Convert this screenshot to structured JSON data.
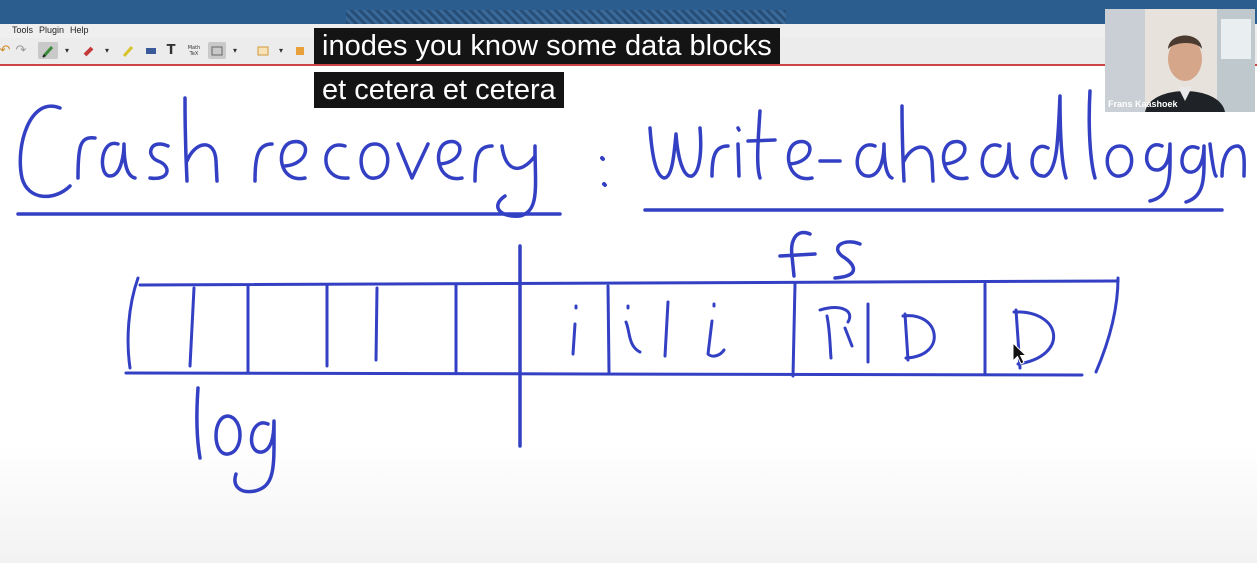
{
  "menu": {
    "tools": "Tools",
    "plugin": "Plugin",
    "help": "Help"
  },
  "toolbar": {
    "text_tool": "T",
    "math_tool": "Math TeX"
  },
  "captions": {
    "line1": "inodes you know some data blocks",
    "line2": "et cetera et cetera"
  },
  "webcam": {
    "name": "Frans Kaashoek"
  },
  "ink_color": "#3340c4",
  "caption_bg": "#141414",
  "handwriting": {
    "title_left": "Crash recovery",
    "title_right": "write-ahead logging",
    "fs_label": "fs",
    "log_label": "log",
    "fs_blocks": [
      "i",
      "i",
      "i",
      "D",
      "D",
      "D"
    ]
  }
}
